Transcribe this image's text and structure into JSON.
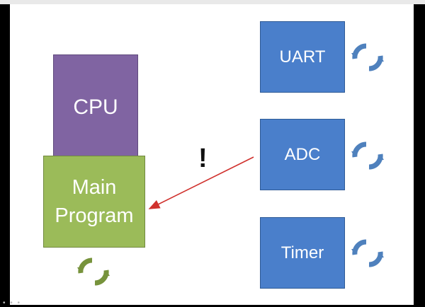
{
  "diagram": {
    "cpu": "CPU",
    "main_program": [
      "Main",
      "Program"
    ],
    "peripherals": [
      "UART",
      "ADC",
      "Timer"
    ],
    "exclamation": "!",
    "colors": {
      "cpu": "#8064a2",
      "main_program": "#9bbb59",
      "peripheral": "#4a7fcb",
      "arrow": "#d0312d",
      "cycle_blue": "#4f81bd",
      "cycle_green": "#77933c"
    }
  }
}
